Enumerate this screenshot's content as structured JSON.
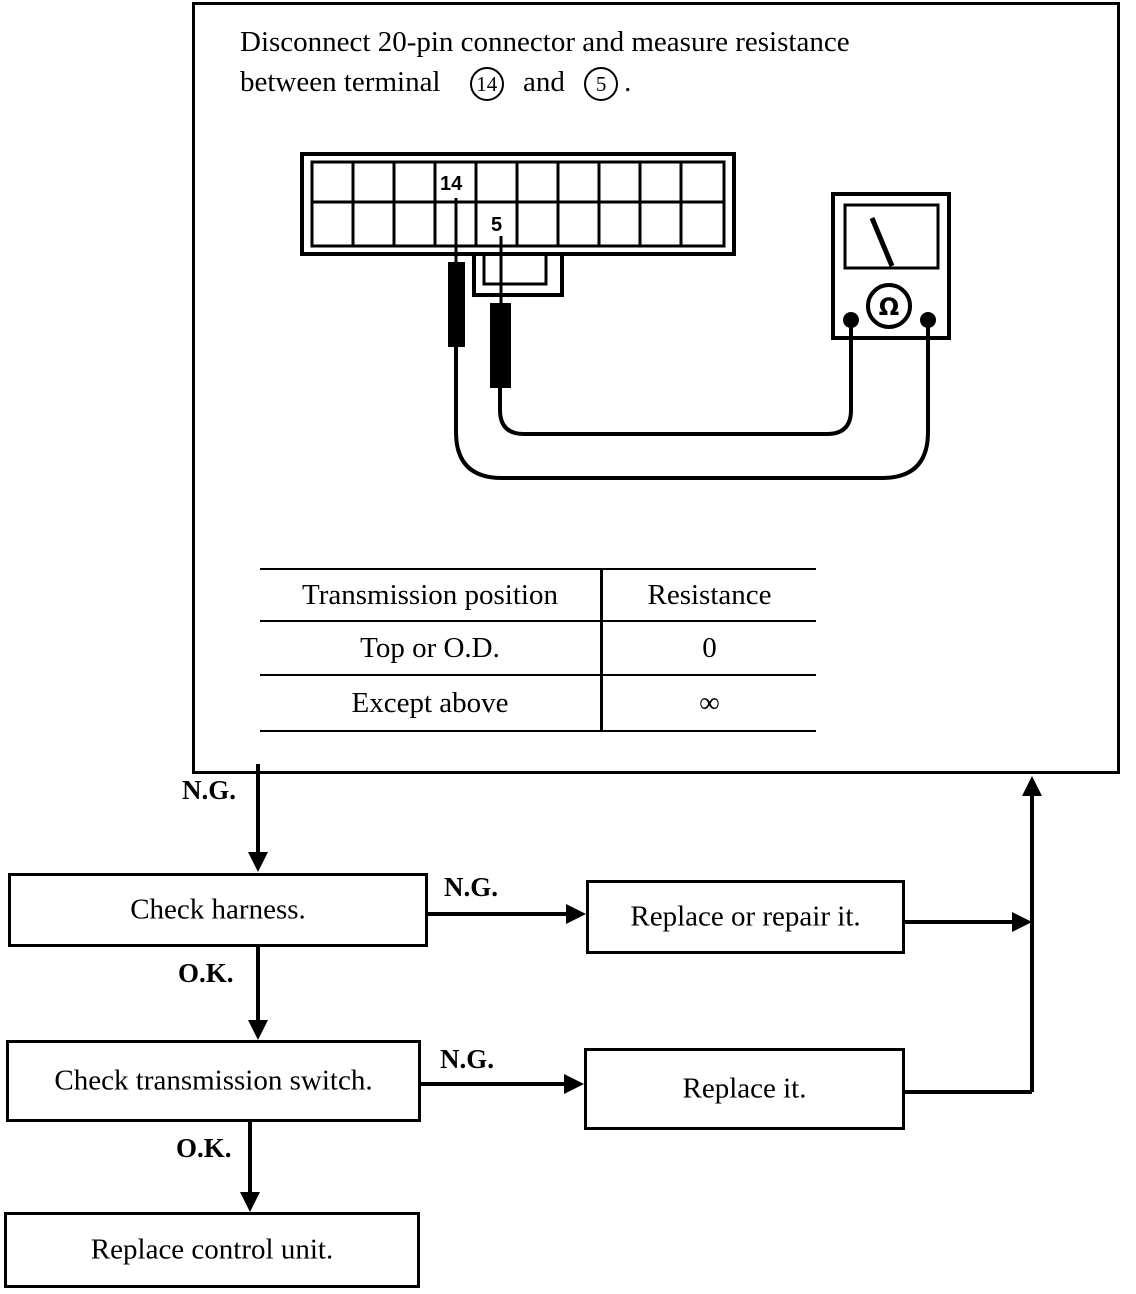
{
  "main_step": {
    "line1": "Disconnect 20-pin connector and measure resistance",
    "line2_prefix": "between terminal",
    "terminal_a": "14",
    "conj": "and",
    "terminal_b": "5",
    "line2_suffix": "."
  },
  "diagram": {
    "pin_label_a": "14",
    "pin_label_b": "5",
    "meter_symbol": "Ω"
  },
  "resistance_table": {
    "header": [
      "Transmission position",
      "Resistance"
    ],
    "rows": [
      {
        "position": "Top or O.D.",
        "resistance": "0"
      },
      {
        "position": "Except above",
        "resistance": "∞"
      }
    ]
  },
  "flow": {
    "ng_1": "N.G.",
    "check_harness": "Check harness.",
    "ng_2": "N.G.",
    "replace_repair": "Replace or repair it.",
    "ok_1": "O.K.",
    "check_switch": "Check transmission switch.",
    "ng_3": "N.G.",
    "replace_it": "Replace it.",
    "ok_2": "O.K.",
    "replace_control": "Replace control unit."
  }
}
